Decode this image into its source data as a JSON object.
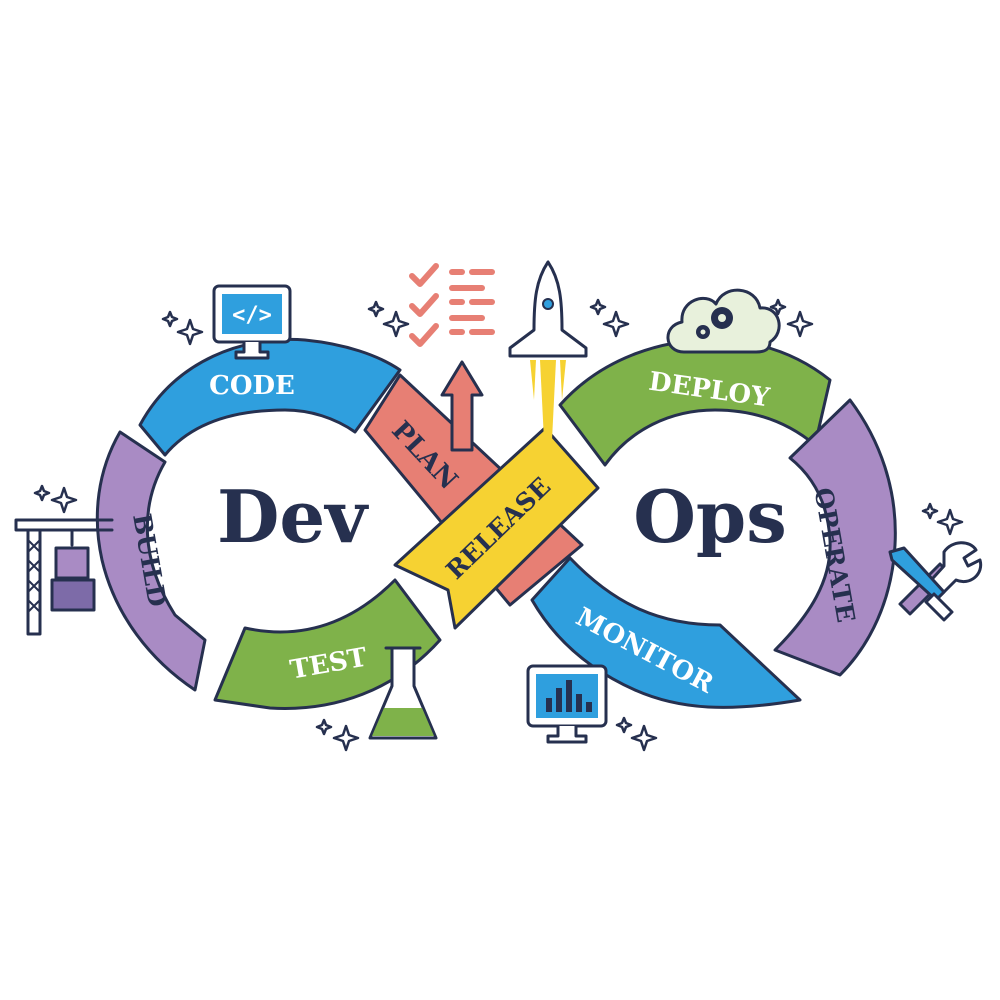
{
  "title_left": "Dev",
  "title_right": "Ops",
  "stages": {
    "code": "CODE",
    "build": "BUILD",
    "test": "TEST",
    "plan": "PLAN",
    "release": "RELEASE",
    "deploy": "DEPLOY",
    "operate": "OPERATE",
    "monitor": "MONITOR"
  },
  "monitor_screen_text": "</>",
  "colors": {
    "code": "#2f9fde",
    "build": "#a98bc4",
    "test": "#7fb24a",
    "plan": "#e77f74",
    "release": "#f6d232",
    "deploy": "#7fb24a",
    "operate": "#a98bc4",
    "monitor": "#2f9fde",
    "outline": "#26304f"
  },
  "icons": [
    "code-monitor-icon",
    "checklist-icon",
    "rocket-icon",
    "cloud-gears-icon",
    "crane-puzzle-icon",
    "flask-icon",
    "chart-monitor-icon",
    "tools-icon",
    "sparkle-icon"
  ]
}
